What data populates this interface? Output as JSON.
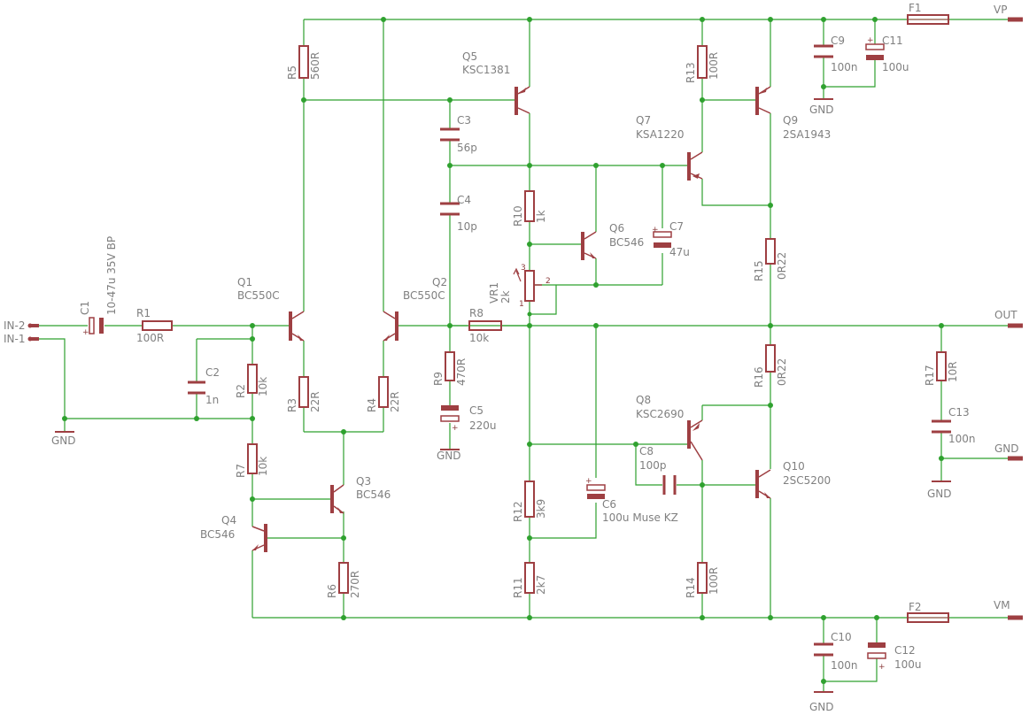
{
  "components": {
    "C1": {
      "name": "C1",
      "value": "10-47u 35V BP"
    },
    "R1": {
      "name": "R1",
      "value": "100R"
    },
    "C2": {
      "name": "C2",
      "value": "1n"
    },
    "R2": {
      "name": "R2",
      "value": "10k"
    },
    "R7": {
      "name": "R7",
      "value": "10k"
    },
    "Q1": {
      "name": "Q1",
      "value": "BC550C"
    },
    "Q2": {
      "name": "Q2",
      "value": "BC550C"
    },
    "Q3": {
      "name": "Q3",
      "value": "BC546"
    },
    "Q4": {
      "name": "Q4",
      "value": "BC546"
    },
    "R3": {
      "name": "R3",
      "value": "22R"
    },
    "R4": {
      "name": "R4",
      "value": "22R"
    },
    "R5": {
      "name": "R5",
      "value": "560R"
    },
    "R6": {
      "name": "R6",
      "value": "270R"
    },
    "Q5": {
      "name": "Q5",
      "value": "KSC1381"
    },
    "C3": {
      "name": "C3",
      "value": "56p"
    },
    "C4": {
      "name": "C4",
      "value": "10p"
    },
    "R8": {
      "name": "R8",
      "value": "10k"
    },
    "R9": {
      "name": "R9",
      "value": "470R"
    },
    "C5": {
      "name": "C5",
      "value": "220u"
    },
    "VR1": {
      "name": "VR1",
      "value": "2k"
    },
    "R10": {
      "name": "R10",
      "value": "1k"
    },
    "Q6": {
      "name": "Q6",
      "value": "BC546"
    },
    "C7": {
      "name": "C7",
      "value": "47u"
    },
    "Q7": {
      "name": "Q7",
      "value": "KSA1220"
    },
    "R13": {
      "name": "R13",
      "value": "100R"
    },
    "Q9": {
      "name": "Q9",
      "value": "2SA1943"
    },
    "R15": {
      "name": "R15",
      "value": "0R22"
    },
    "R16": {
      "name": "R16",
      "value": "0R22"
    },
    "Q8": {
      "name": "Q8",
      "value": "KSC2690"
    },
    "C8": {
      "name": "C8",
      "value": "100p"
    },
    "Q10": {
      "name": "Q10",
      "value": "2SC5200"
    },
    "R14": {
      "name": "R14",
      "value": "100R"
    },
    "R12": {
      "name": "R12",
      "value": "3k9"
    },
    "R11": {
      "name": "R11",
      "value": "2k7"
    },
    "C6": {
      "name": "C6",
      "value": "100u Muse KZ"
    },
    "C9": {
      "name": "C9",
      "value": "100n"
    },
    "C11": {
      "name": "C11",
      "value": "100u"
    },
    "C10": {
      "name": "C10",
      "value": "100n"
    },
    "C12": {
      "name": "C12",
      "value": "100u"
    },
    "F1": {
      "name": "F1"
    },
    "F2": {
      "name": "F2"
    },
    "R17": {
      "name": "R17",
      "value": "10R"
    },
    "C13": {
      "name": "C13",
      "value": "100n"
    }
  },
  "nets": {
    "in2": "IN-2",
    "in1": "IN-1",
    "vp": "VP",
    "vm": "VM",
    "out": "OUT",
    "gnd": "GND"
  },
  "pot_pins": {
    "p1": "1",
    "p2": "2",
    "p3": "3"
  },
  "colors": {
    "wire": "#2fa12f",
    "component": "#9e3f42",
    "label": "#808080"
  }
}
